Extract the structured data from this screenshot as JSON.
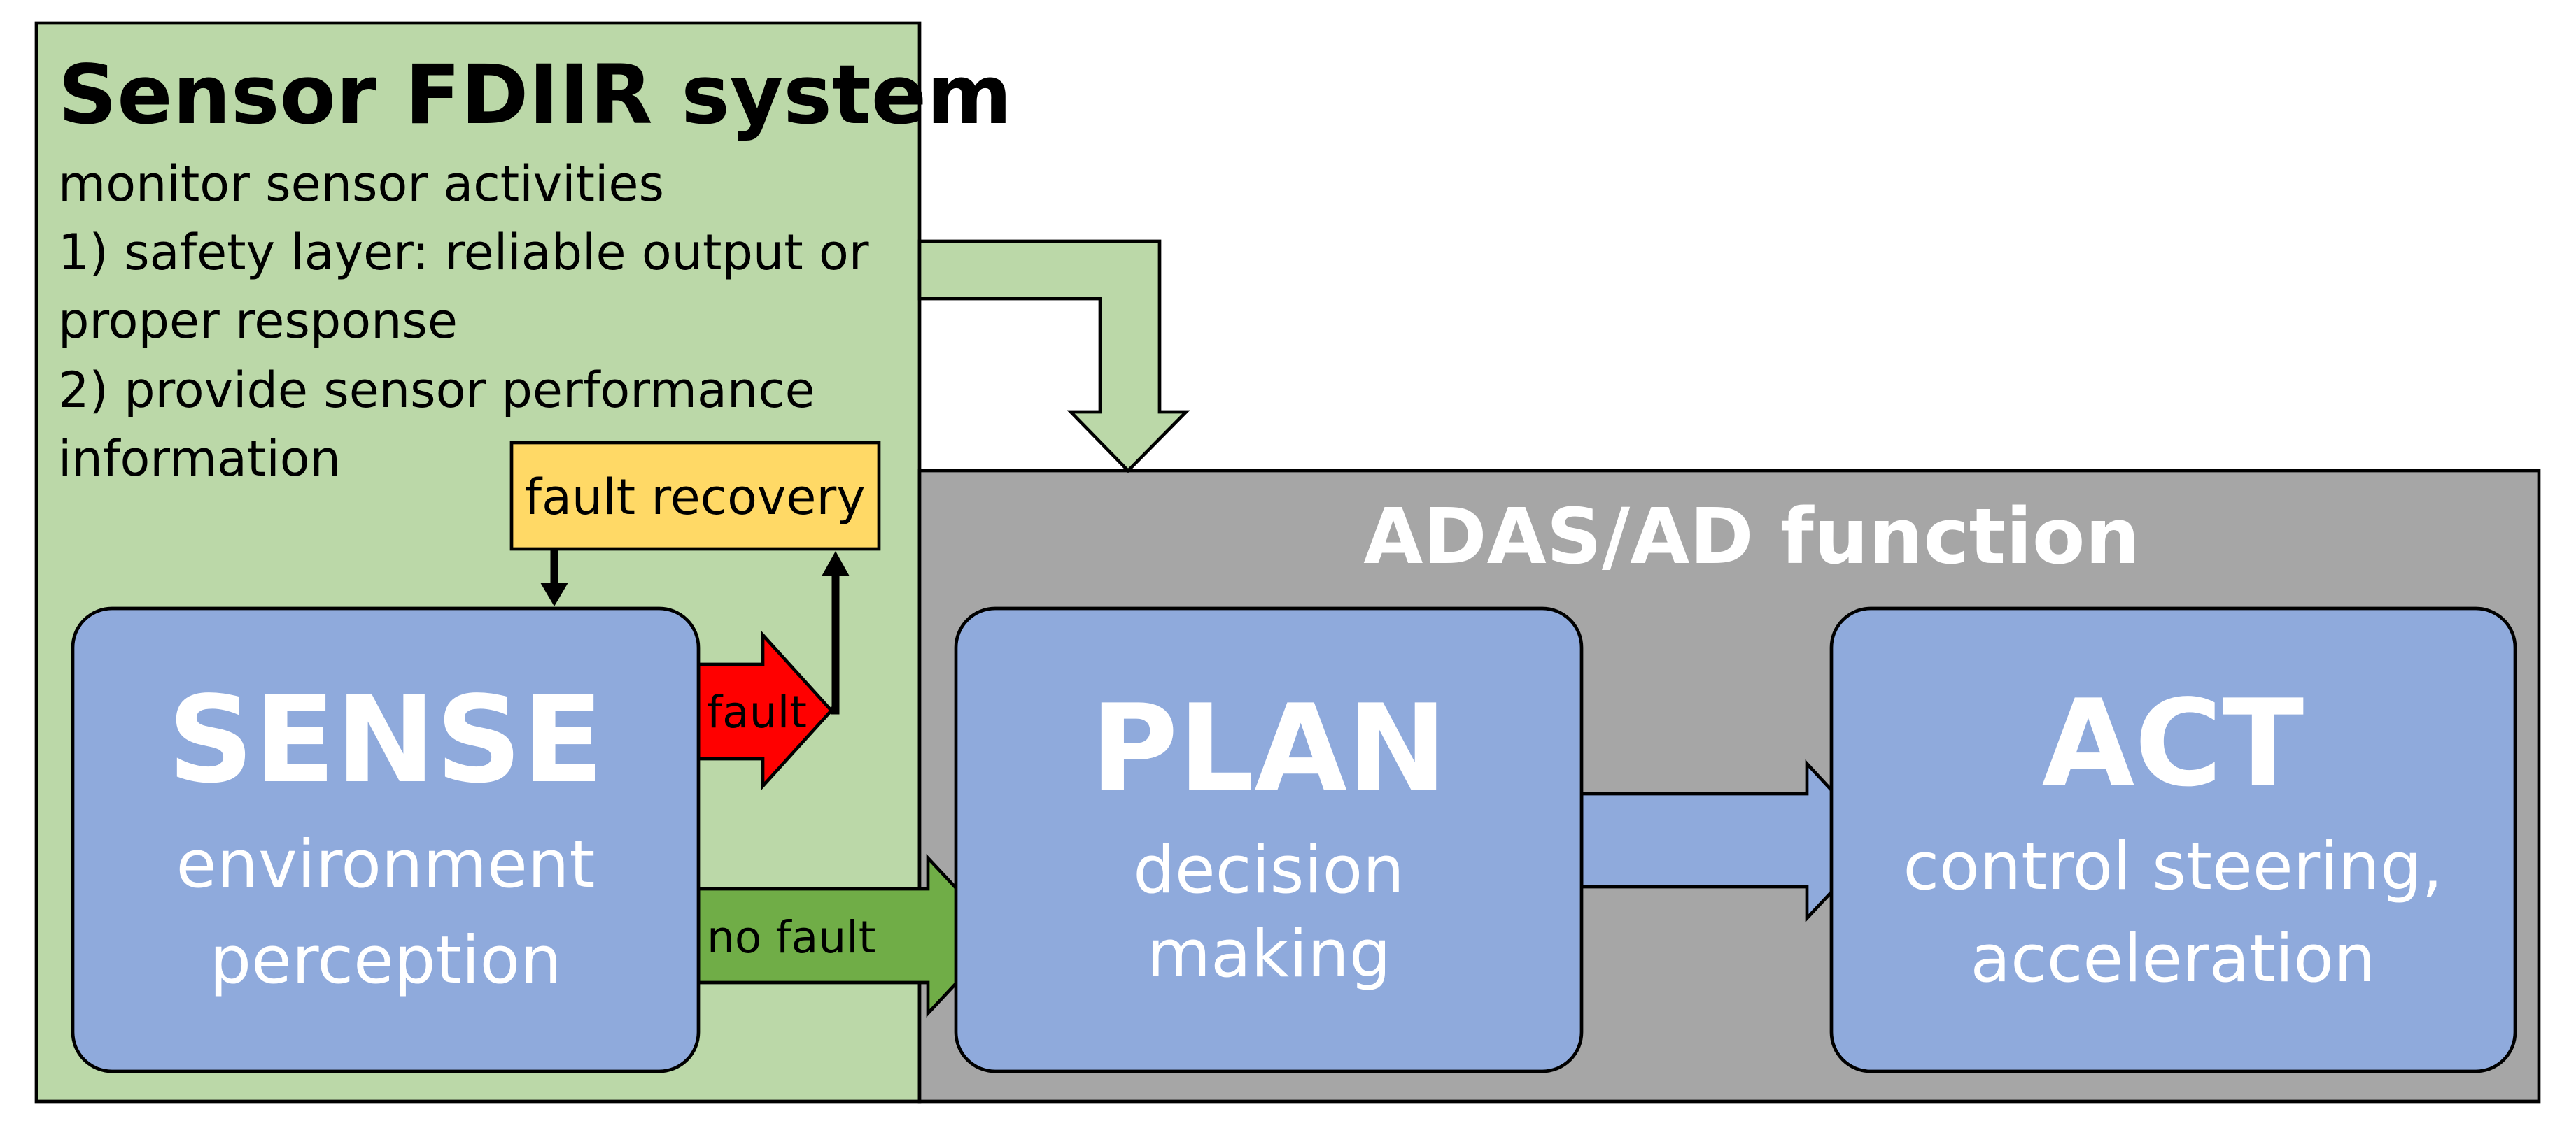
{
  "fdiir": {
    "title": "Sensor FDIIR system",
    "lines": [
      "monitor sensor activities",
      "1) safety layer: reliable output or",
      "proper response",
      "2) provide sensor performance",
      "information"
    ]
  },
  "fault_recovery": {
    "label": "fault recovery"
  },
  "adas": {
    "title": "ADAS/AD function"
  },
  "sense": {
    "title": "SENSE",
    "lines": [
      "environment",
      "perception"
    ]
  },
  "plan": {
    "title": "PLAN",
    "lines": [
      "decision",
      "making"
    ]
  },
  "act": {
    "title": "ACT",
    "lines": [
      "control steering,",
      "acceleration"
    ]
  },
  "arrows": {
    "fault": "fault",
    "no_fault": "no fault"
  },
  "colors": {
    "fdiir_background": "#bbd8a8",
    "adas_background": "#a6a6a6",
    "block_fill": "#8faadc",
    "recovery_fill": "#ffd966",
    "fault_arrow": "#ff0000",
    "no_fault_arrow": "#70ad47"
  }
}
